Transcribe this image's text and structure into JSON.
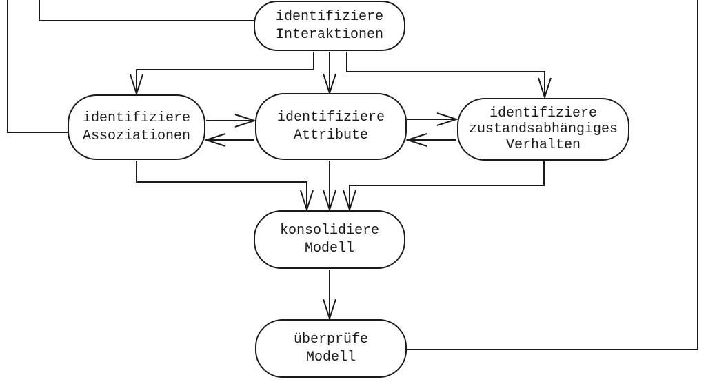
{
  "diagram": {
    "nodes": {
      "interaktionen": {
        "line1": "identifiziere",
        "line2": "Interaktionen"
      },
      "assoziationen": {
        "line1": "identifiziere",
        "line2": "Assoziationen"
      },
      "attribute": {
        "line1": "identifiziere",
        "line2": "Attribute"
      },
      "verhalten": {
        "line1": "identifiziere",
        "line2": "zustandsabhängiges",
        "line3": "Verhalten"
      },
      "konsolidiere": {
        "line1": "konsolidiere",
        "line2": "Modell"
      },
      "ueberpruefe": {
        "line1": "überprüfe",
        "line2": "Modell"
      }
    },
    "colors": {
      "line": "#1a1a1a",
      "node_fill": "#ffffff",
      "background": "#ffffff"
    }
  }
}
